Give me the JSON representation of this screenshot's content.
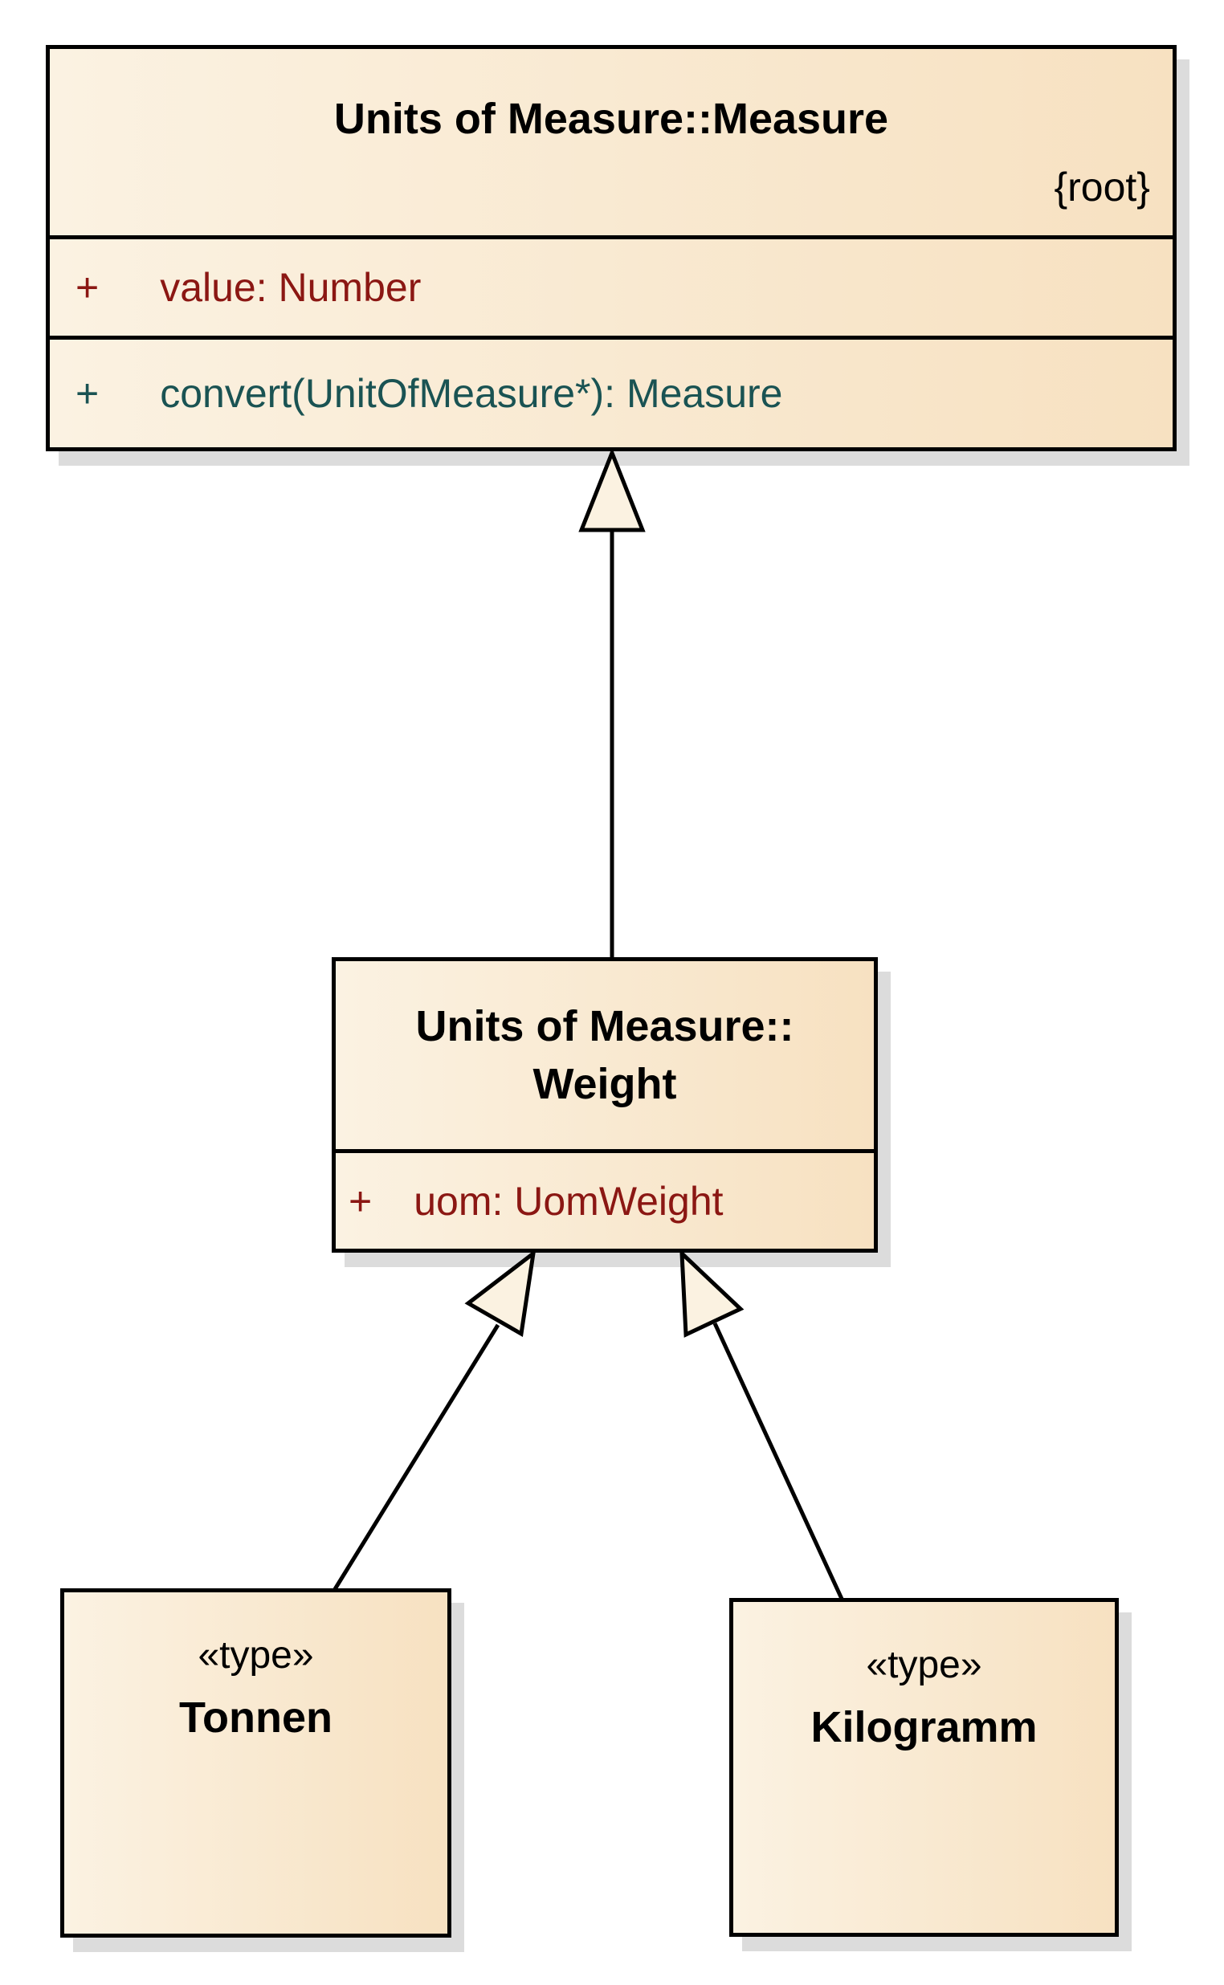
{
  "diagram": {
    "type": "uml-class-diagram",
    "background": "#ffffff",
    "colors": {
      "box_fill_left": "#fbf2e2",
      "box_fill_right": "#f7e1c1",
      "box_border": "#000000",
      "shadow": "#dcdcdc",
      "attribute_text": "#8b1713",
      "operation_text": "#1a5353",
      "title_text": "#000000",
      "arrow_fill": "#fbf2e1"
    },
    "classes": {
      "measure": {
        "title": "Units of Measure::Measure",
        "constraint": "{root}",
        "attributes": [
          {
            "visibility": "+",
            "text": "value: Number"
          }
        ],
        "operations": [
          {
            "visibility": "+",
            "text": "convert(UnitOfMeasure*): Measure"
          }
        ]
      },
      "weight": {
        "title_line1": "Units of Measure::",
        "title_line2": "Weight",
        "attributes": [
          {
            "visibility": "+",
            "text": "uom: UomWeight"
          }
        ]
      },
      "tonnen": {
        "stereotype": "«type»",
        "name": "Tonnen"
      },
      "kilogramm": {
        "stereotype": "«type»",
        "name": "Kilogramm"
      }
    },
    "relationships": [
      {
        "type": "generalization",
        "from": "Weight",
        "to": "Measure"
      },
      {
        "type": "generalization",
        "from": "Tonnen",
        "to": "Weight"
      },
      {
        "type": "generalization",
        "from": "Kilogramm",
        "to": "Weight"
      }
    ]
  }
}
